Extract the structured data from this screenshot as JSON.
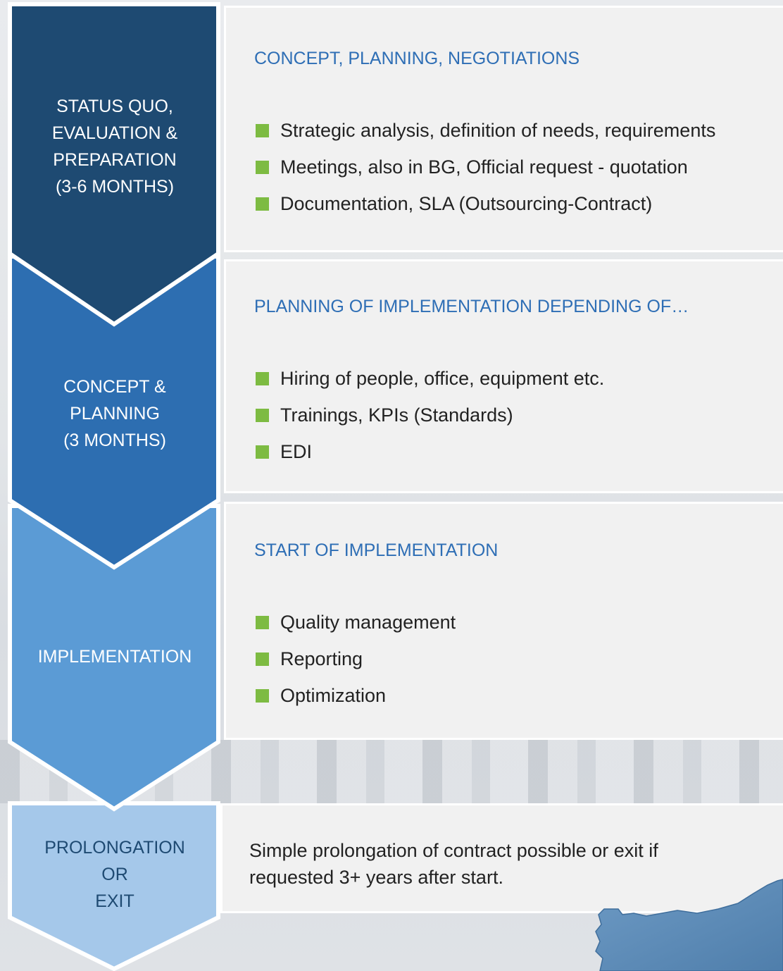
{
  "colors": {
    "arrow1": "#1e4a72",
    "arrow2": "#2d6eb1",
    "arrow3": "#5b9bd5",
    "arrow4": "#a5c8ea",
    "heading": "#2e6eb5",
    "bullet": "#7dbb42"
  },
  "stages": [
    {
      "label": "STATUS QUO,\nEVALUATION &\nPREPARATION\n(3-6 MONTHS)",
      "text_color": "#ffffff"
    },
    {
      "label": "CONCEPT &\nPLANNING\n(3 MONTHS)",
      "text_color": "#ffffff"
    },
    {
      "label": "IMPLEMENTATION",
      "text_color": "#ffffff"
    },
    {
      "label": "PROLONGATION\nOR\nEXIT",
      "text_color": "#1e4a72"
    }
  ],
  "panels": [
    {
      "heading": "CONCEPT, PLANNING, NEGOTIATIONS",
      "bullets": [
        "Strategic analysis, definition of needs, requirements",
        "Meetings, also in BG, Official request - quotation",
        "Documentation, SLA (Outsourcing-Contract)"
      ]
    },
    {
      "heading": "PLANNING OF IMPLEMENTATION DEPENDING OF…",
      "bullets": [
        "Hiring of people, office, equipment etc.",
        "Trainings, KPIs (Standards)",
        "EDI"
      ]
    },
    {
      "heading": "START OF IMPLEMENTATION",
      "bullets": [
        "Quality management",
        "Reporting",
        "Optimization"
      ]
    },
    {
      "text": "Simple prolongation of contract possible or exit if requested 3+ years after start."
    }
  ]
}
